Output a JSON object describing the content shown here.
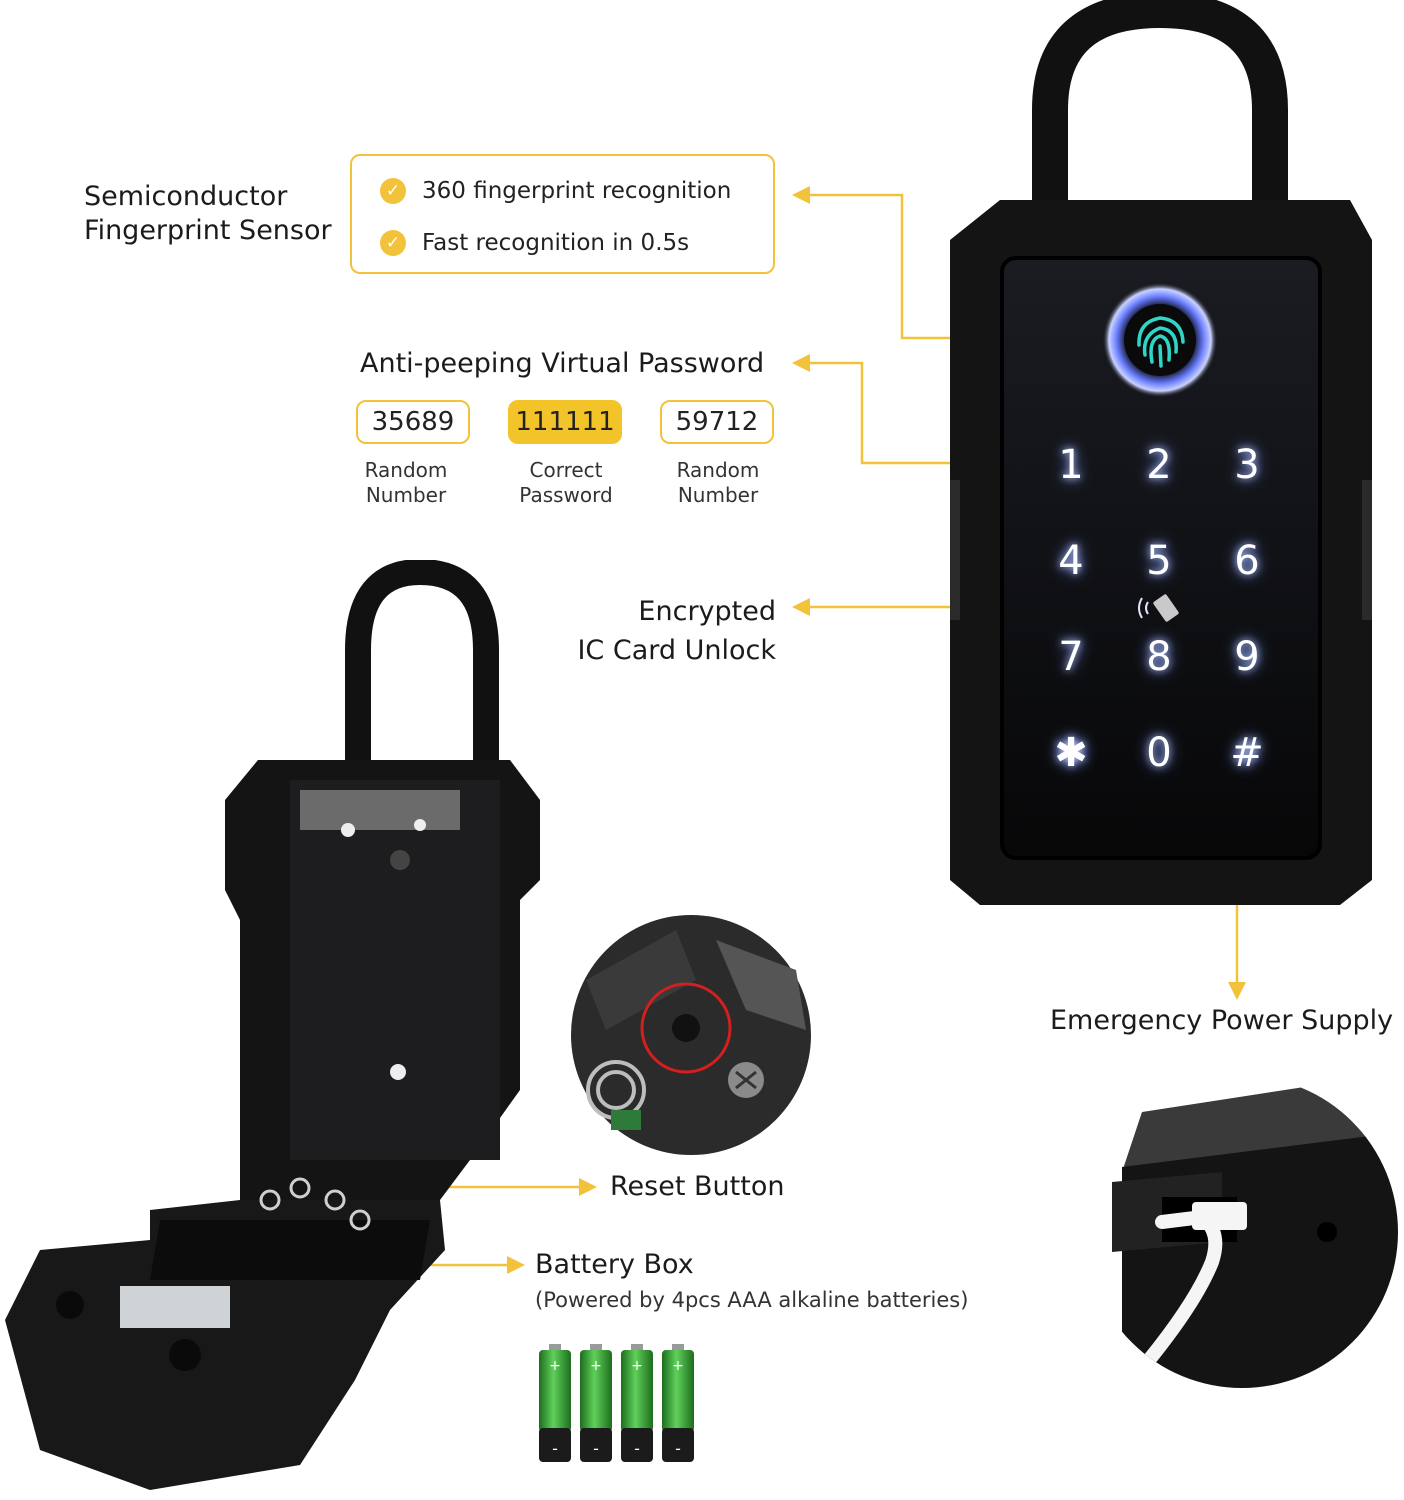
{
  "fingerprint": {
    "title": "Semiconductor\nFingerprint Sensor",
    "bullets": [
      "360 fingerprint recognition",
      "Fast recognition in 0.5s"
    ]
  },
  "password": {
    "title": "Anti-peeping Virtual Password",
    "items": [
      {
        "value": "35689",
        "caption": "Random\nNumber"
      },
      {
        "value": "111111",
        "caption": "Correct\nPassword"
      },
      {
        "value": "59712",
        "caption": "Random\nNumber"
      }
    ]
  },
  "ic_card": {
    "title": "Encrypted\nIC Card Unlock"
  },
  "emergency": {
    "title": "Emergency Power Supply"
  },
  "reset": {
    "title": "Reset Button"
  },
  "battery": {
    "title": "Battery Box",
    "subtitle": "(Powered by 4pcs AAA alkaline batteries)",
    "count": 4
  },
  "keypad": {
    "keys": [
      "1",
      "2",
      "3",
      "4",
      "5",
      "6",
      "7",
      "8",
      "9",
      "✱",
      "0",
      "#"
    ]
  },
  "colors": {
    "accent": "#f2c23a",
    "device": "#111111",
    "battery_green": "#3aa63a"
  }
}
